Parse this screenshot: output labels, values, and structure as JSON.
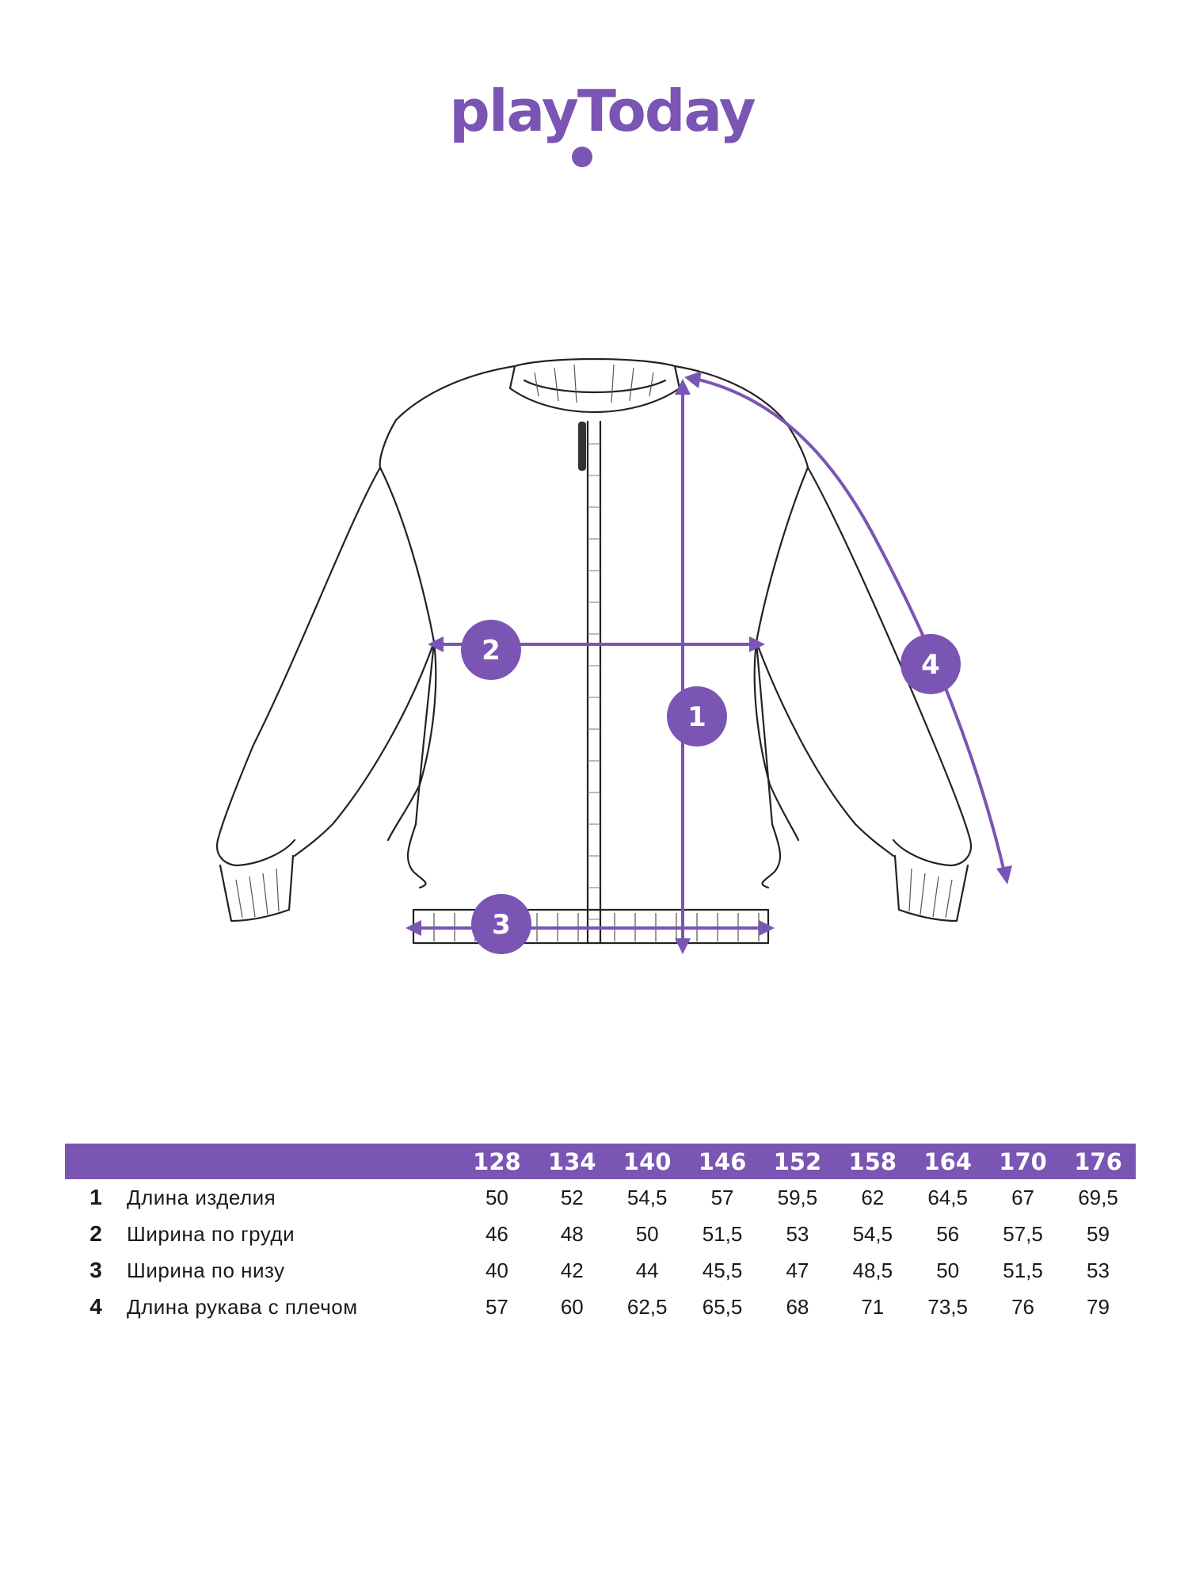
{
  "brand": {
    "logo_text": "playToday",
    "color": "#7a55b3"
  },
  "diagram": {
    "markers": [
      "1",
      "2",
      "3",
      "4"
    ]
  },
  "table": {
    "sizes": [
      "128",
      "134",
      "140",
      "146",
      "152",
      "158",
      "164",
      "170",
      "176"
    ],
    "rows": [
      {
        "num": "1",
        "name": "Длина изделия",
        "values": [
          "50",
          "52",
          "54,5",
          "57",
          "59,5",
          "62",
          "64,5",
          "67",
          "69,5"
        ]
      },
      {
        "num": "2",
        "name": "Ширина по груди",
        "values": [
          "46",
          "48",
          "50",
          "51,5",
          "53",
          "54,5",
          "56",
          "57,5",
          "59"
        ]
      },
      {
        "num": "3",
        "name": "Ширина по низу",
        "values": [
          "40",
          "42",
          "44",
          "45,5",
          "47",
          "48,5",
          "50",
          "51,5",
          "53"
        ]
      },
      {
        "num": "4",
        "name": "Длина рукава с плечом",
        "values": [
          "57",
          "60",
          "62,5",
          "65,5",
          "68",
          "71",
          "73,5",
          "76",
          "79"
        ]
      }
    ]
  }
}
